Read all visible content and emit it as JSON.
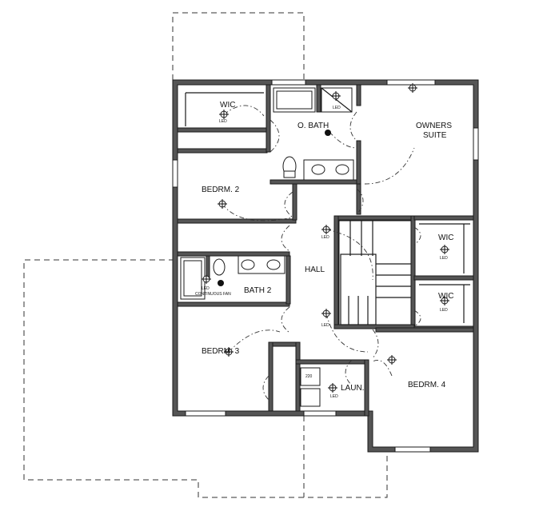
{
  "rooms": {
    "wic_1": "WIC",
    "o_bath": "O. BATH",
    "owners_suite_line1": "OWNERS",
    "owners_suite_line2": "SUITE",
    "bedrm_2": "BEDRM. 2",
    "wic_2": "WIC",
    "hall": "HALL",
    "bath_2": "BATH 2",
    "wic_3": "WIC",
    "bedrm_3": "BEDRM. 3",
    "laun": "LAUN.",
    "bedrm_4": "BEDRM. 4"
  },
  "fixture_labels": {
    "led": "LED",
    "continuous_fan": "CONTINUOUS FAN",
    "outlet_220": "220"
  }
}
